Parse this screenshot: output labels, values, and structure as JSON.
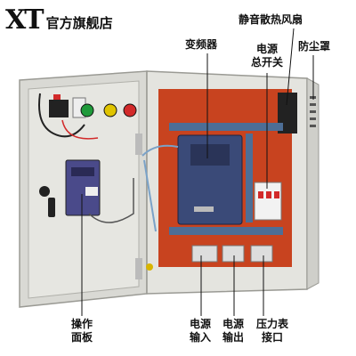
{
  "brand": {
    "logo": "XT",
    "store": "官方旗舰店"
  },
  "labels": {
    "fan": "静音散热风扇",
    "inverter": "变频器",
    "power_switch": [
      "电源",
      "总开关"
    ],
    "dust_cover": "防尘罩",
    "panel": [
      "操作",
      "面板"
    ],
    "power_input": [
      "电源",
      "输入"
    ],
    "power_output": [
      "电源",
      "输出"
    ],
    "gauge_port": [
      "压力表",
      "接口"
    ]
  },
  "colors": {
    "cabinet": "#e4e4df",
    "backplate": "#c8431f",
    "inverter": "#3a4a78",
    "rail": "#4d6e96",
    "leader": "#111111"
  }
}
